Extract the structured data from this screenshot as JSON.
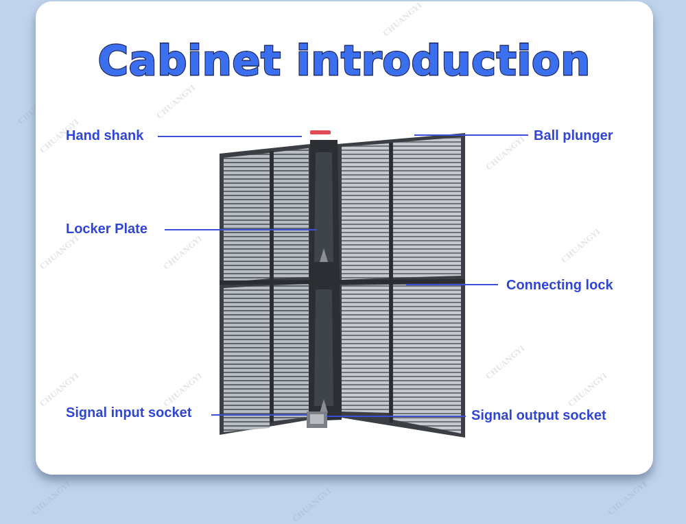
{
  "title": "Cabinet introduction",
  "watermark": "CHUANGYI",
  "labels": {
    "hand_shank": "Hand shank",
    "ball_plunger": "Ball plunger",
    "locker_plate": "Locker Plate",
    "connecting_lock": "Connecting lock",
    "signal_input": "Signal input socket",
    "signal_output": "Signal output socket"
  },
  "colors": {
    "background": "#bfd3ec",
    "card": "#ffffff",
    "label": "#2f45d6",
    "title_fill": "#3a6ff0",
    "title_stroke": "#1c2a6e"
  }
}
